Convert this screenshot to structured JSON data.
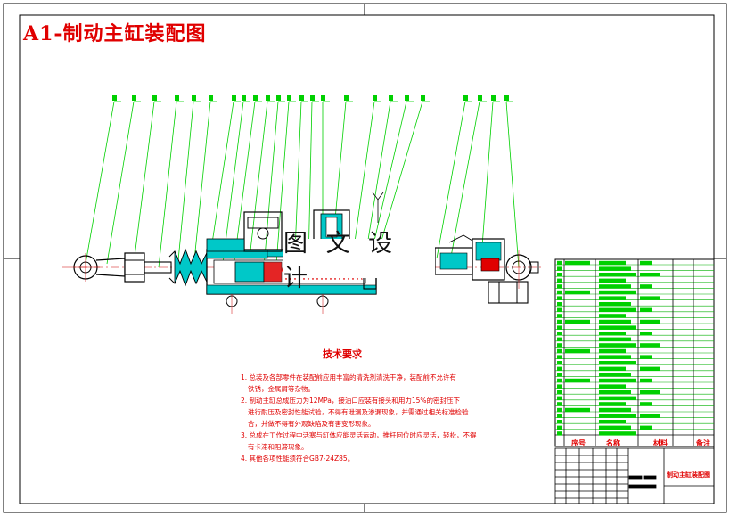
{
  "title": "A1-制动主缸装配图",
  "watermark": "图 文 设 计",
  "technical_requirements": {
    "heading": "技术要求",
    "lines": [
      "1. 总装及各部零件在装配前应用丰富的清洗剂清洗干净，装配前不允许有",
      "铁锈，金属屑等杂物。",
      "2. 制动主缸总成压力为12MPa，接油口应装有接头和用力15%的密封压下",
      "进行耐压及密封性能试验，不得有泄漏及渗漏现象，并需通过相关标准检验",
      "合，并做不得有外观缺陷及有害变形现象。",
      "3. 总成在工作过程中活塞与缸体应能灵活运动，推杆回位时应灵活，轻松，不得",
      "有卡滞和阻滞现象。",
      "4. 其他各项性能须符合GB7-24Z85。"
    ]
  },
  "bom_headers": [
    "序号",
    "名称",
    "材料",
    "备注"
  ],
  "title_block_name": "制动主缸装配图"
}
